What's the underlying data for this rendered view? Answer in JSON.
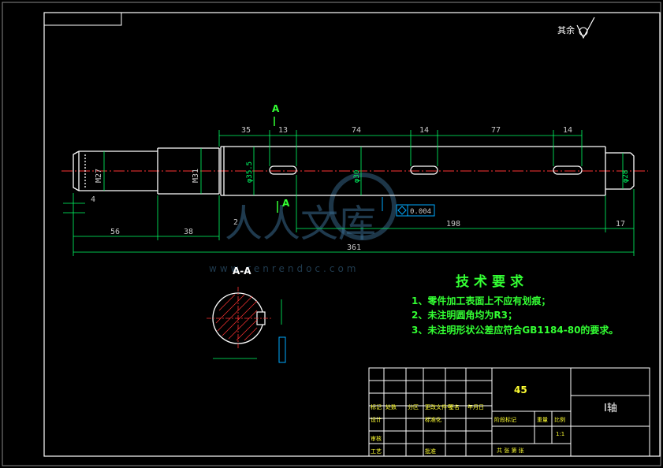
{
  "colors": {
    "frame": "#ffffff",
    "part": "#ffffff",
    "dimension": "#00ff66",
    "centerline": "#ff3333",
    "annotation": "#33ff33",
    "title_text": "#ffff33",
    "tolerance": "#00aaff",
    "watermark": "#3a6b8f"
  },
  "surface_note": "其余",
  "section_marks": {
    "top": "A",
    "bottom": "A",
    "view_label": "A-A"
  },
  "dimensions": {
    "d35": "35",
    "d13": "13",
    "d74": "74",
    "d14a": "14",
    "d77": "77",
    "d14b": "14",
    "d56": "56",
    "d38": "38",
    "d2": "2",
    "d198": "198",
    "d17": "17",
    "d361": "361",
    "d4": "4",
    "thread": "M27",
    "dia31": "M31",
    "dia_a": "φ35.5",
    "dia_b": "φ30",
    "dia_c": "φ28"
  },
  "tolerance_frame": {
    "value": "0.004"
  },
  "watermark": {
    "text": "人人文库",
    "url": "www.renrendoc.com"
  },
  "requirements": {
    "heading": "技术要求",
    "items": [
      "1、零件加工表面上不应有划痕；",
      "2、未注明圆角均为R3；",
      "3、未注明形状公差应符合GB1184-80的要求。"
    ]
  },
  "title_block": {
    "material": "45",
    "part_name": "I轴",
    "labels": {
      "mark": "标记",
      "count": "处数",
      "zone": "分区",
      "change_no": "更改文件号",
      "signature": "签名",
      "date": "年月日",
      "design": "设计",
      "standardize": "标准化",
      "review": "审核",
      "process": "工艺",
      "approve": "批准",
      "stage_mark": "阶段标记",
      "weight": "重量",
      "scale": "比例",
      "scale_value": "1:1",
      "sheets": "共 张 第 张"
    }
  }
}
